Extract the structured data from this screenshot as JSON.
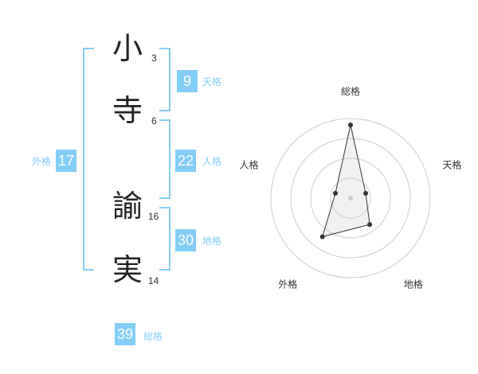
{
  "name": {
    "chars": [
      {
        "char": "小",
        "strokes": "3"
      },
      {
        "char": "寺",
        "strokes": "6"
      },
      {
        "char": "諭",
        "strokes": "16"
      },
      {
        "char": "実",
        "strokes": "14"
      }
    ]
  },
  "fortunes": {
    "ten": {
      "value": "9",
      "label": "天格"
    },
    "jin": {
      "value": "22",
      "label": "人格"
    },
    "chi": {
      "value": "30",
      "label": "地格"
    },
    "gai": {
      "value": "17",
      "label": "外格"
    },
    "sou": {
      "value": "39",
      "label": "総格"
    }
  },
  "colors": {
    "accent": "#84cef6",
    "text": "#222222",
    "grid": "#cccccc"
  },
  "chart_data": {
    "type": "radar",
    "axes": [
      "総格",
      "天格",
      "地格",
      "外格",
      "人格"
    ],
    "values": [
      0.92,
      0.2,
      0.41,
      0.6,
      0.2
    ],
    "range": [
      0,
      1
    ],
    "rings": 4
  }
}
